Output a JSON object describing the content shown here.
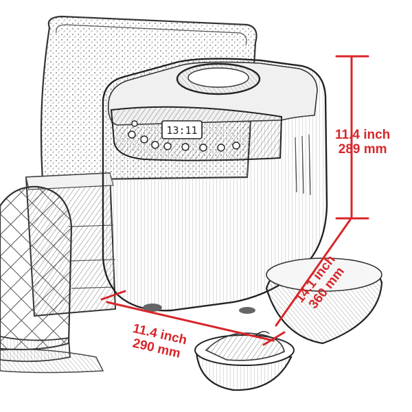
{
  "dimensions": {
    "height": {
      "imperial": "11.4 inch",
      "metric": "289 mm"
    },
    "width": {
      "imperial": "11.4 inch",
      "metric": "290 mm"
    },
    "depth": {
      "imperial": "14.1 inch",
      "metric": "360 mm"
    }
  },
  "display_readout": "13:11",
  "colors": {
    "dimension": "#d7262a",
    "ink": "#3a3a3a",
    "paper": "#ffffff"
  }
}
